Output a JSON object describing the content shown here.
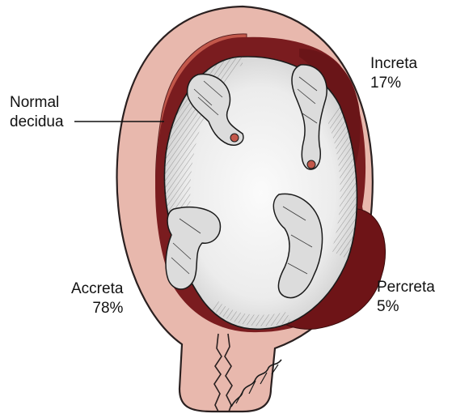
{
  "labels": {
    "normal_decidua": {
      "line1": "Normal",
      "line2": "decidua"
    },
    "increta": {
      "name": "Increta",
      "percent": "17%"
    },
    "accreta": {
      "name": "Accreta",
      "percent": "78%"
    },
    "percreta": {
      "name": "Percreta",
      "percent": "5%"
    }
  },
  "colors": {
    "uterine_wall": "#e8b8ad",
    "uterine_wall_outline": "#2a2020",
    "decidua": "#c2574a",
    "placenta": "#7a1c1f",
    "cavity": "#f1f1f1",
    "villi": "#d9d9d9",
    "ink": "#1a1a1a"
  }
}
